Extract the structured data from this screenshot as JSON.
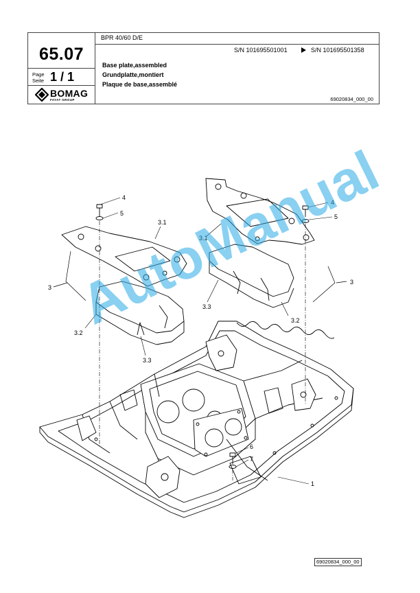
{
  "header": {
    "section_number": "65.07",
    "page_label_en": "Page",
    "page_label_de": "Seite",
    "page_value": "1  /  1",
    "brand": "BOMAG",
    "brand_sub": "FAYAT GROUP",
    "model": "BPR 40/60 D/E",
    "serial_from": "S/N 101695501001",
    "serial_to": "S/N 101695501358",
    "title_en": "Base plate,assembled",
    "title_de": "Grundplatte,montiert",
    "title_fr": "Plaque de base,assemblé",
    "doc_number": "69020834_000_00"
  },
  "callouts": {
    "c1": "1",
    "c3_left": "3",
    "c3_right": "3",
    "c31_left": "3.1",
    "c31_right": "3.1",
    "c32_left": "3.2",
    "c32_right": "3.2",
    "c33_left": "3.3",
    "c33_right": "3.3",
    "c4_left": "4",
    "c4_right": "4",
    "c5_left": "5",
    "c5_right": "5",
    "c6": "6",
    "c7": "7"
  },
  "watermark": "AutoManual",
  "footer": {
    "reference": "69020834_000_00"
  },
  "colors": {
    "watermark": "#28aae6",
    "line": "#000000"
  }
}
